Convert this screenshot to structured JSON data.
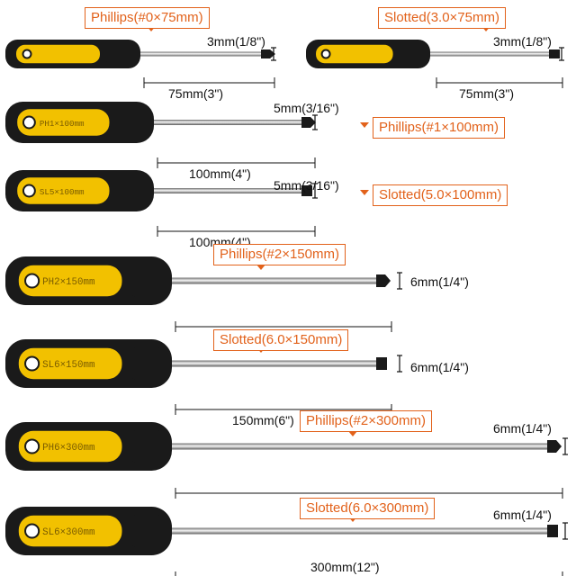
{
  "accent_color": "#e2621b",
  "handle_colors": {
    "yellow": "#f2c100",
    "black": "#1a1a1a"
  },
  "items": [
    {
      "type_label": "Phillips(#0×75mm)",
      "tip_label": "3mm(1/8\")",
      "length_label": "75mm(3\")",
      "tip": "phillips",
      "handle_text": ""
    },
    {
      "type_label": "Slotted(3.0×75mm)",
      "tip_label": "3mm(1/8\")",
      "length_label": "75mm(3\")",
      "tip": "slotted",
      "handle_text": ""
    },
    {
      "type_label": "Phillips(#1×100mm)",
      "tip_label": "5mm(3/16\")",
      "length_label": "100mm(4\")",
      "tip": "phillips",
      "handle_text": "PH1×100mm"
    },
    {
      "type_label": "Slotted(5.0×100mm)",
      "tip_label": "5mm(3/16\")",
      "length_label": "100mm(4\")",
      "tip": "slotted",
      "handle_text": "SL5×100mm"
    },
    {
      "type_label": "Phillips(#2×150mm)",
      "tip_label": "6mm(1/4\")",
      "length_label": "150mm(6\")",
      "tip": "phillips",
      "handle_text": "PH2×150mm"
    },
    {
      "type_label": "Slotted(6.0×150mm)",
      "tip_label": "6mm(1/4\")",
      "length_label": "150mm(6\")",
      "tip": "slotted",
      "handle_text": "SL6×150mm"
    },
    {
      "type_label": "Phillips(#2×300mm)",
      "tip_label": "6mm(1/4\")",
      "length_label": "300mm(12\")",
      "tip": "phillips",
      "handle_text": "PH6×300mm"
    },
    {
      "type_label": "Slotted(6.0×300mm)",
      "tip_label": "6mm(1/4\")",
      "length_label": "300mm(12\")",
      "tip": "slotted",
      "handle_text": "SL6×300mm"
    }
  ]
}
